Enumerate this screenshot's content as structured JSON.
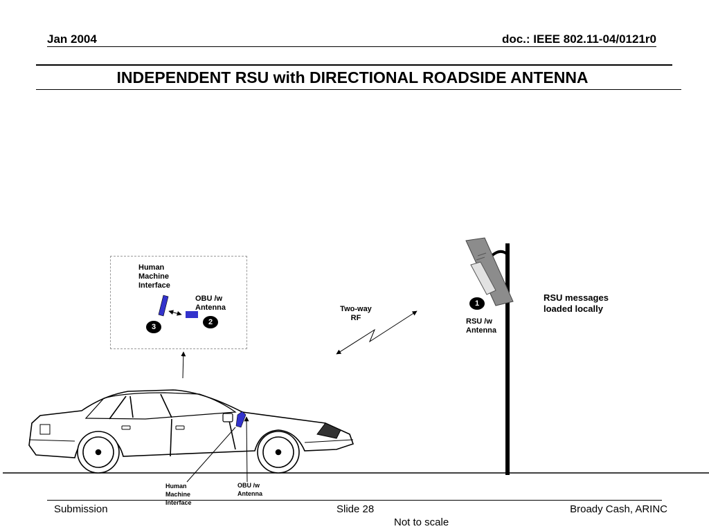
{
  "header": {
    "date": "Jan 2004",
    "doc": "doc.: IEEE 802.11-04/0121r0"
  },
  "title": "INDEPENDENT RSU with DIRECTIONAL ROADSIDE ANTENNA",
  "diagram": {
    "inset": {
      "hmi_label": "Human Machine Interface",
      "obu_label": "OBU /w Antenna",
      "badge_obu": "2",
      "badge_hmi": "3"
    },
    "link_label": "Two-way RF",
    "rsu": {
      "badge": "1",
      "label": "RSU /w Antenna",
      "note": "RSU messages loaded locally"
    },
    "car_callouts": {
      "hmi_label": "Human Machine Interface",
      "obu_label": "OBU /w Antenna"
    },
    "colors": {
      "device_blue": "#3333cc",
      "antenna_gray": "#8c8c8c",
      "pole": "#000000"
    }
  },
  "footer": {
    "left": "Submission",
    "center": "Slide 28",
    "right": "Broady Cash, ARINC",
    "note": "Not to scale"
  }
}
